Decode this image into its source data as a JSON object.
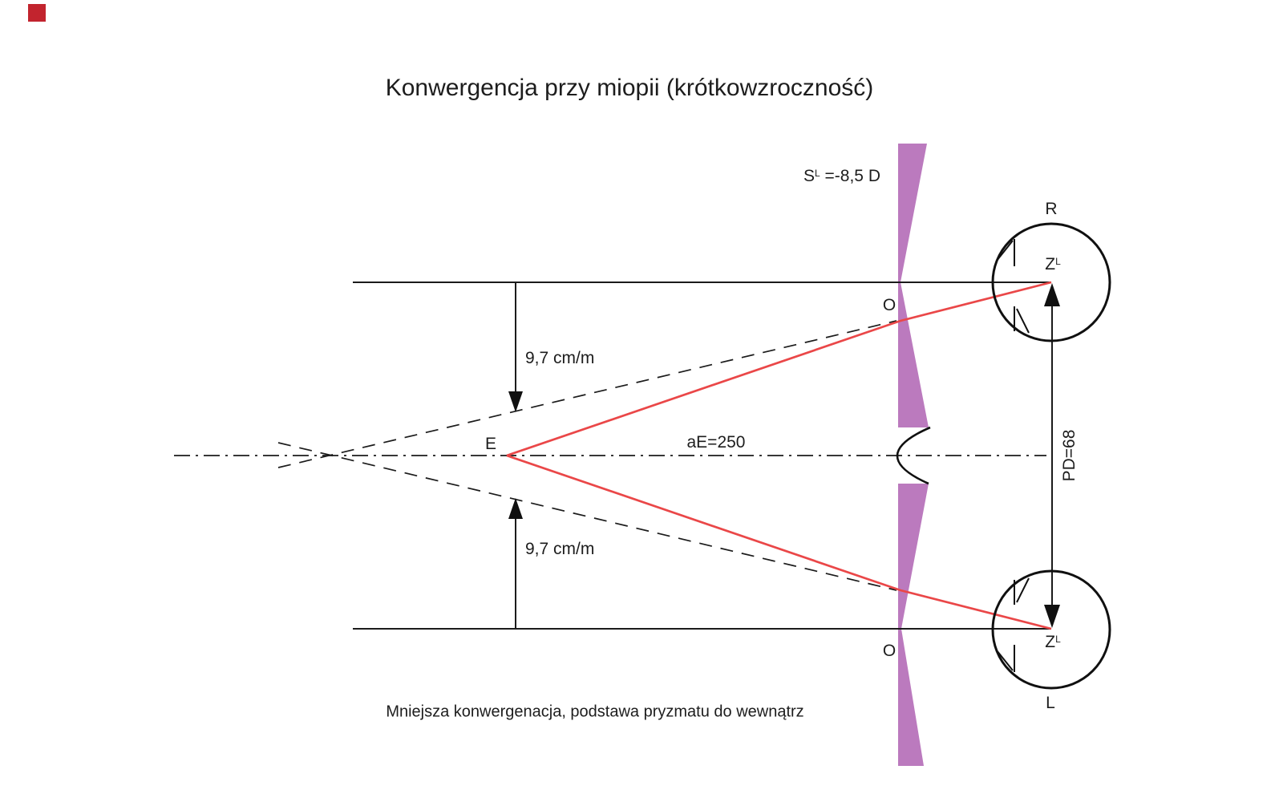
{
  "title": "Konwergencja przy miopii (krótkowzroczność)",
  "note": "Mniejsza konwergenacja, podstawa pryzmatu do wewnątrz",
  "labels": {
    "lens_power_base": "S",
    "lens_power_sup": "L",
    "lens_power_rest": " =-8,5 D",
    "right_eye": "R",
    "left_eye": "L",
    "rotation_center_base": "Z",
    "rotation_center_sup": "L",
    "optical_center": "O",
    "fixation_point": "E",
    "fixation_distance": "aE=250",
    "prism_effect": "9,7 cm/m",
    "pupillary_distance": "PD=68"
  },
  "colors": {
    "line": "#1b1b1b",
    "red_ray": "#ea4748",
    "lens_fill": "#bb7abe",
    "corner_marker": "#c2242e"
  }
}
